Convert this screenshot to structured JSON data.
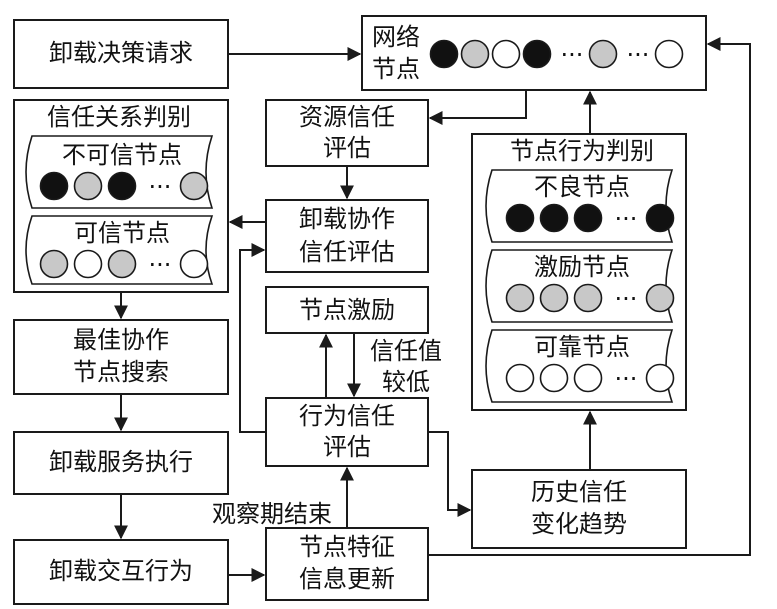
{
  "colors": {
    "filled": "#111111",
    "gray": "#c8c8c8",
    "empty": "#ffffff",
    "line": "#1a1a1a"
  },
  "nodes": {
    "offload_request": "卸载决策请求",
    "network_nodes": [
      "网络",
      "节点"
    ],
    "trust_judgement": {
      "title": "信任关系判别",
      "untrusted": "不可信节点",
      "trusted": "可信节点"
    },
    "resource_trust": [
      "资源信任",
      "评估"
    ],
    "collab_trust": [
      "卸载协作",
      "信任评估"
    ],
    "node_incentive": "节点激励",
    "trust_low": [
      "信任值",
      "较低"
    ],
    "behavior_trust": [
      "行为信任",
      "评估"
    ],
    "behavior_judgement": {
      "title": "节点行为判别",
      "bad": "不良节点",
      "incentive": "激励节点",
      "reliable": "可靠节点"
    },
    "best_search": [
      "最佳协作",
      "节点搜索"
    ],
    "service_exec": "卸载服务执行",
    "interaction": "卸载交互行为",
    "feature_update": [
      "节点特征",
      "信息更新"
    ],
    "history_trend": [
      "历史信任",
      "变化趋势"
    ],
    "observation_end": "观察期结束",
    "ellipsis": "···"
  },
  "dots": {
    "network": [
      "filled",
      "gray",
      "empty",
      "filled",
      "sep",
      "gray",
      "sep",
      "empty"
    ],
    "untrusted": [
      "filled",
      "gray",
      "filled",
      "sep",
      "gray"
    ],
    "trusted": [
      "gray",
      "empty",
      "gray",
      "sep",
      "empty"
    ],
    "bad": [
      "filled",
      "filled",
      "filled",
      "sep",
      "filled"
    ],
    "incentive": [
      "gray",
      "gray",
      "gray",
      "sep",
      "gray"
    ],
    "reliable": [
      "empty",
      "empty",
      "empty",
      "sep",
      "empty"
    ]
  }
}
